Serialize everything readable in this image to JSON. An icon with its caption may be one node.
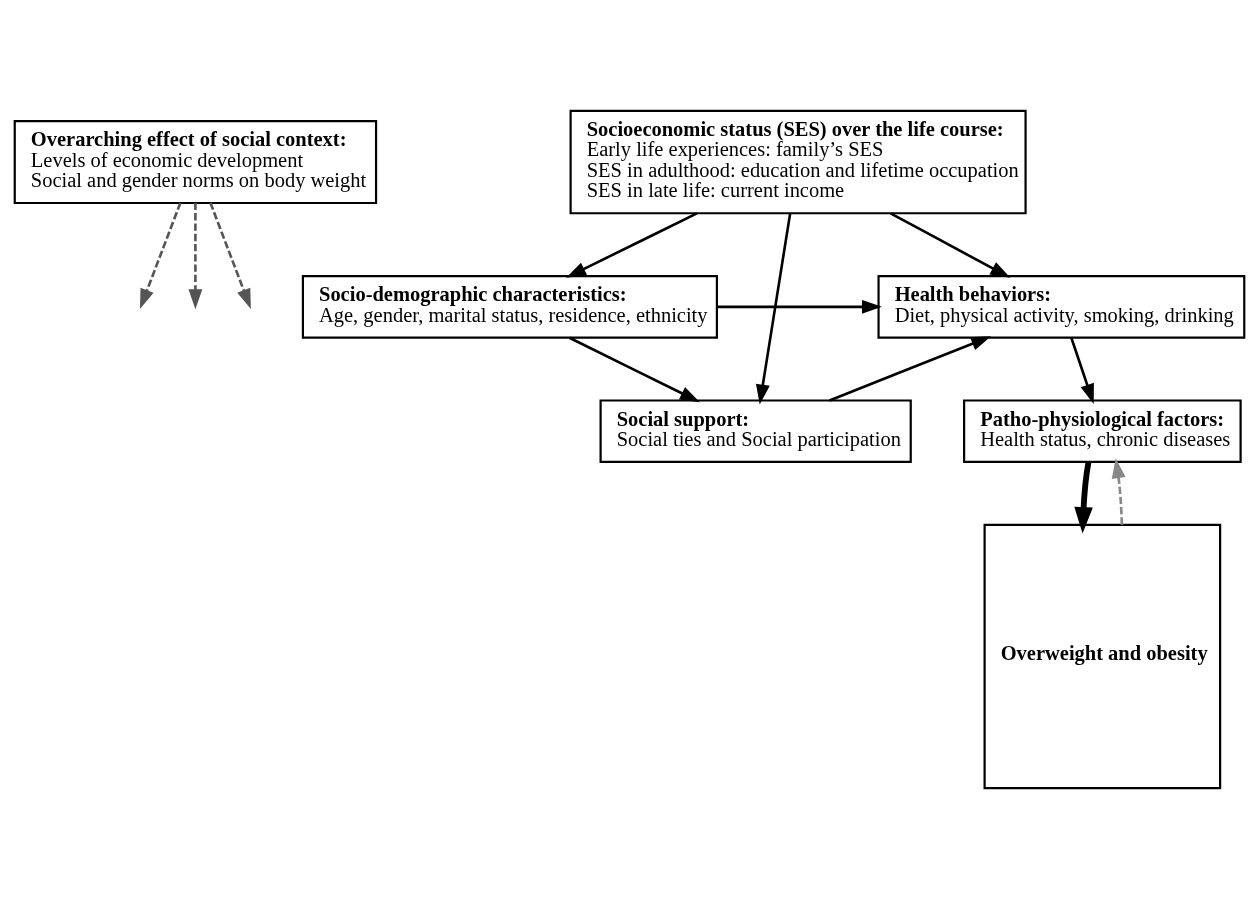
{
  "diagram": {
    "nodes": [
      {
        "text": [
          "Overarching effect of social context:",
          "Levels of economic development",
          "Social and gender norms on body weight"
        ]
      },
      {
        "text": [
          "Socioeconomic status (SES) over the life course:",
          "Early life experiences: family’s SES",
          "SES in adulthood: education and lifetime occupation",
          "SES in late life: current income"
        ]
      },
      {
        "text": [
          "Socio-demographic characteristics:",
          "Age, gender, marital status, residence, ethnicity"
        ]
      },
      {
        "text": [
          "Social support:",
          "Social ties and Social participation"
        ]
      },
      {
        "text": [
          "Health behaviors:",
          "Diet, physical activity, smoking, drinking"
        ]
      },
      {
        "text": [
          "Patho-physiological factors:",
          "Health status, chronic diseases"
        ]
      },
      {
        "text": [
          "Overweight and obesity"
        ]
      }
    ],
    "edges": [
      {
        "from": 0,
        "to": null,
        "arrow": "to",
        "style": "dashed",
        "color": "#555555"
      },
      {
        "from": 0,
        "to": null,
        "arrow": "to",
        "style": "dashed",
        "color": "#555555"
      },
      {
        "from": 0,
        "to": null,
        "arrow": "to",
        "style": "dashed",
        "color": "#555555"
      },
      {
        "from": 1,
        "to": 4,
        "arrow": "to"
      },
      {
        "from": 1,
        "to": 2,
        "arrow": "to"
      },
      {
        "from": 1,
        "to": 3,
        "arrow": "to"
      },
      {
        "from": 2,
        "to": 4,
        "arrow": "to"
      },
      {
        "from": 2,
        "to": 3,
        "arrow": "to"
      },
      {
        "from": 3,
        "to": 4,
        "arrow": "to"
      },
      {
        "from": 4,
        "to": 5,
        "arrow": "to"
      },
      {
        "from": 5,
        "to": 6,
        "arrow": "to",
        "style": "thick"
      },
      {
        "from": 6,
        "to": 5,
        "arrow": "to",
        "style": "dashed",
        "color": "#888888"
      }
    ]
  }
}
